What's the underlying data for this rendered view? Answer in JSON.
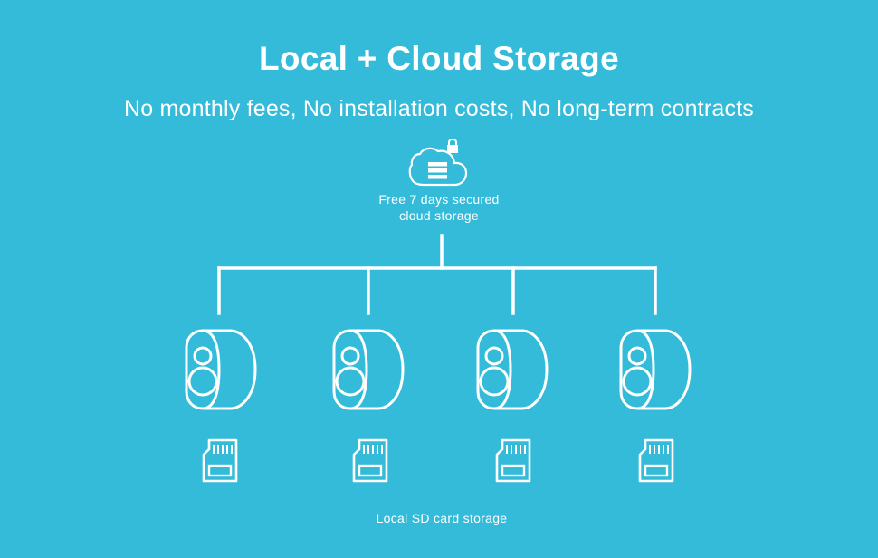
{
  "header": {
    "title": "Local + Cloud Storage",
    "subtitle": "No monthly fees, No installation costs, No long-term contracts"
  },
  "cloud": {
    "icon": "cloud-server-lock-icon",
    "label_line1": "Free 7 days secured",
    "label_line2": "cloud storage"
  },
  "devices": {
    "camera_icon": "security-camera-icon",
    "sd_icon": "sd-card-icon",
    "count": 4
  },
  "local": {
    "label": "Local SD card storage"
  },
  "colors": {
    "background": "#33bbd9",
    "foreground": "#ffffff"
  }
}
